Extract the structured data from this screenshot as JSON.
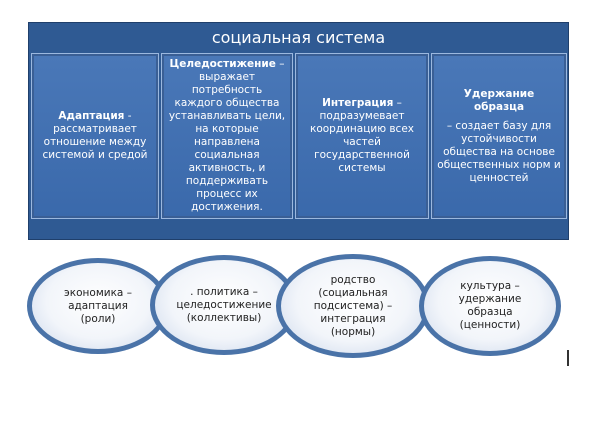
{
  "diagram": {
    "title": "социальная система",
    "panels": [
      {
        "heading": "Адаптация",
        "sep": " - ",
        "text": "рассматривает отношение между системой и средой"
      },
      {
        "heading": "Целедостижение",
        "sep": " – ",
        "text": "выражает потребность каждого общества устанавливать цели, на которые направлена социальная активность, и поддерживать процесс их достижения."
      },
      {
        "heading": "Интеграция",
        "sep": " – ",
        "text": "подразумевает координацию всех частей государственной системы"
      },
      {
        "heading": "Удержание образца",
        "sep": "",
        "text": "– создает базу для устойчивости общества на основе общественных норм и ценностей"
      }
    ],
    "ellipses": [
      {
        "text": "экономика – адаптация (роли)"
      },
      {
        "text": ". политика – целедостижение (коллективы)"
      },
      {
        "text": "родство (социальная подсистема) – интеграция (нормы)"
      },
      {
        "text": "культура – удержание образца (ценности)"
      }
    ]
  }
}
